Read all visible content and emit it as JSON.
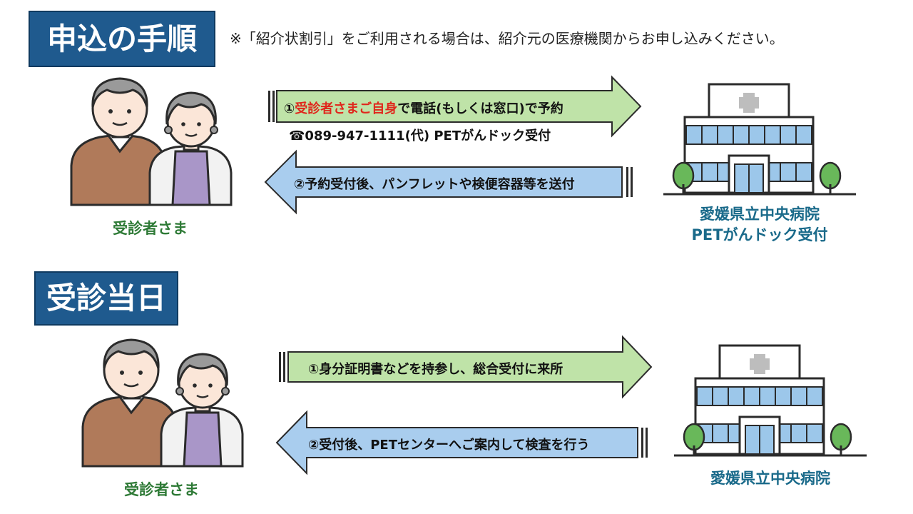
{
  "section1": {
    "title": "申込の手順",
    "note": "※「紹介状割引」をご利用される場合は、紹介元の医療機関からお申し込みください。",
    "arrow_forward": {
      "prefix": "①",
      "highlight": "受診者さまご自身",
      "suffix": "で電話(もしくは窓口)で予約"
    },
    "phone_icon": "telephone-icon",
    "phone_text": "089-947-1111(代)  PETがんドック受付",
    "arrow_back": "②予約受付後、パンフレットや検便容器等を送付",
    "person_label": "受診者さま",
    "hospital_label_line1": "愛媛県立中央病院",
    "hospital_label_line2": "PETがんドック受付"
  },
  "section2": {
    "title": "受診当日",
    "arrow_forward": "①身分証明書などを持参し、総合受付に来所",
    "arrow_back": "②受付後、PETセンターへご案内して検査を行う",
    "person_label": "受診者さま",
    "hospital_label": "愛媛県立中央病院"
  },
  "colors": {
    "heading_bg": "#1f5a8e",
    "forward_arrow": "#bfe3a8",
    "back_arrow": "#a9cdee",
    "person_label": "#2e7a36",
    "hospital_label": "#1a6a8a",
    "highlight": "#e0261c"
  }
}
